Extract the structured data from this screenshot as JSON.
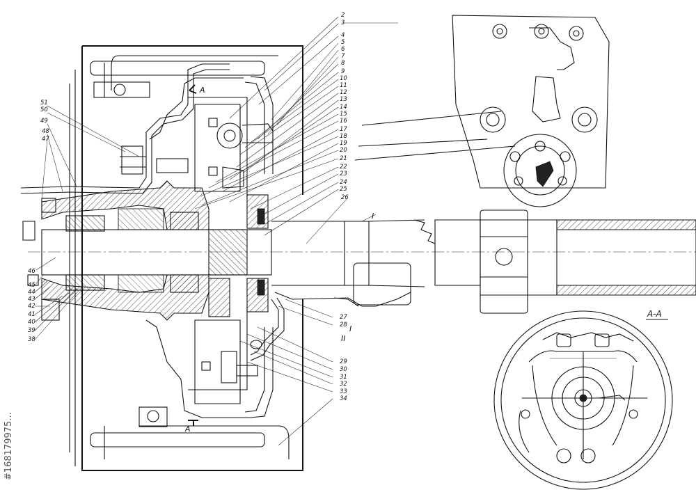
{
  "drawing": {
    "callouts_right": [
      "2",
      "3",
      "4",
      "5",
      "6",
      "7",
      "8",
      "9",
      "10",
      "11",
      "12",
      "13",
      "14",
      "15",
      "16",
      "17",
      "18",
      "19",
      "20",
      "21",
      "22",
      "23",
      "24",
      "25",
      "26"
    ],
    "callouts_left": [
      "51",
      "50",
      "49",
      "48",
      "47",
      "46",
      "45",
      "44",
      "43",
      "42",
      "41",
      "40",
      "39",
      "38"
    ],
    "callouts_bottom": [
      "27",
      "28",
      "29",
      "30",
      "31",
      "32",
      "33",
      "34"
    ],
    "section_mark": "A",
    "section_title": "A-A",
    "roman_labels": [
      "I",
      "II",
      "I"
    ]
  },
  "watermark": {
    "vertical_id": "#168179975..."
  }
}
